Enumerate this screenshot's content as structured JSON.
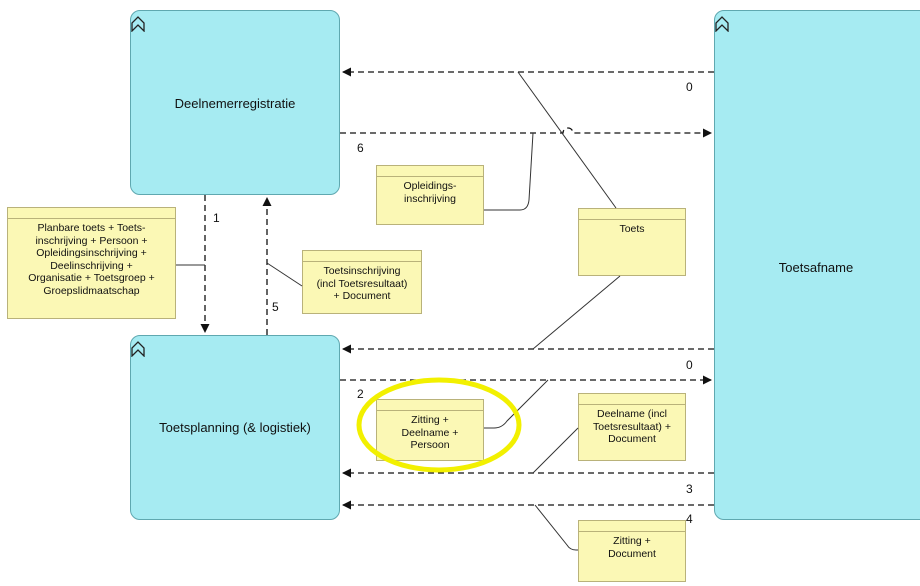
{
  "components": {
    "deelnemerregistratie": "Deelnemerregistratie",
    "toetsplanning": "Toetsplanning (& logistiek)",
    "toetsafname": "Toetsafname"
  },
  "objects": {
    "opleidingsinschrijving": "Opleidings-\ninschrijving",
    "toets": "Toets",
    "planbare": "Planbare toets + Toets-\ninschrijving + Persoon +\nOpleidingsinschrijving +\nDeelinschrijving +\nOrganisatie + Toetsgroep +\nGroepslidmaatschap",
    "toetsinschrijving": "Toetsinschrijving\n(incl Toetsresultaat)\n+ Document",
    "zitting_deelname": "Zitting +\nDeelname +\nPersoon",
    "deelname": "Deelname (incl\nToetsresultaat) +\nDocument",
    "zitting_document": "Zitting +\nDocument"
  },
  "flow_labels": {
    "f0_top": "0",
    "f6": "6",
    "f1": "1",
    "f5": "5",
    "f0_mid": "0",
    "f2": "2",
    "f3": "3",
    "f4": "4"
  },
  "colors": {
    "component_fill": "#a6ebf2",
    "object_fill": "#fbf8b5",
    "highlight": "#f2f000"
  }
}
